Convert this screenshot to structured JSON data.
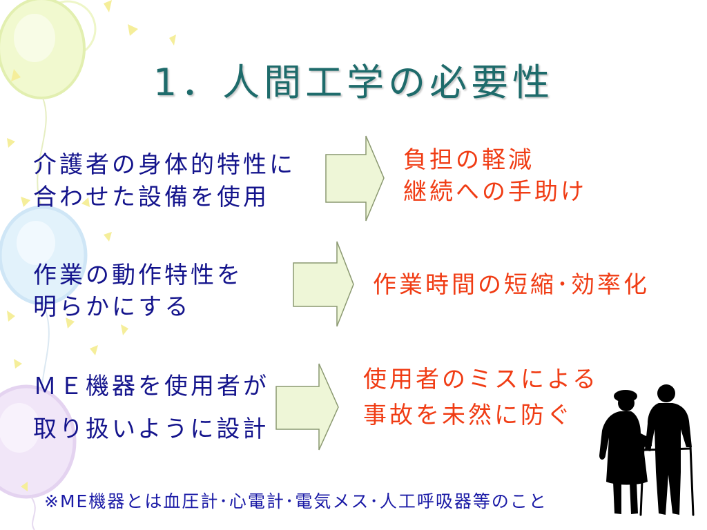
{
  "slide": {
    "title": "1．人間工学の必要性",
    "rows": [
      {
        "cause": [
          "介護者の身体的特性に",
          "合わせた設備を使用"
        ],
        "effect": [
          "負担の軽減",
          "継続への手助け"
        ]
      },
      {
        "cause": [
          "作業の動作特性を",
          "明らかにする"
        ],
        "effect": [
          "作業時間の短縮･効率化"
        ]
      },
      {
        "cause": [
          "ＭＥ機器を使用者が",
          "取り扱いように設計"
        ],
        "effect": [
          "使用者のミスによる",
          "事故を未然に防ぐ"
        ]
      }
    ],
    "footnote": "※ME機器とは血圧計･心電計･電気メス･人工呼吸器等のこと"
  },
  "icons": {
    "arrow": "right-block-arrow-icon",
    "illustration": "elderly-couple-silhouette-icon",
    "background": "balloon-decoration"
  },
  "colors": {
    "title": "#1e6b6b",
    "cause_text": "#14148c",
    "effect_text": "#f03c14",
    "footnote": "#1a1aa6",
    "arrow_fill": "#eef6d7",
    "arrow_stroke": "#8a9870",
    "silhouette": "#000000"
  }
}
